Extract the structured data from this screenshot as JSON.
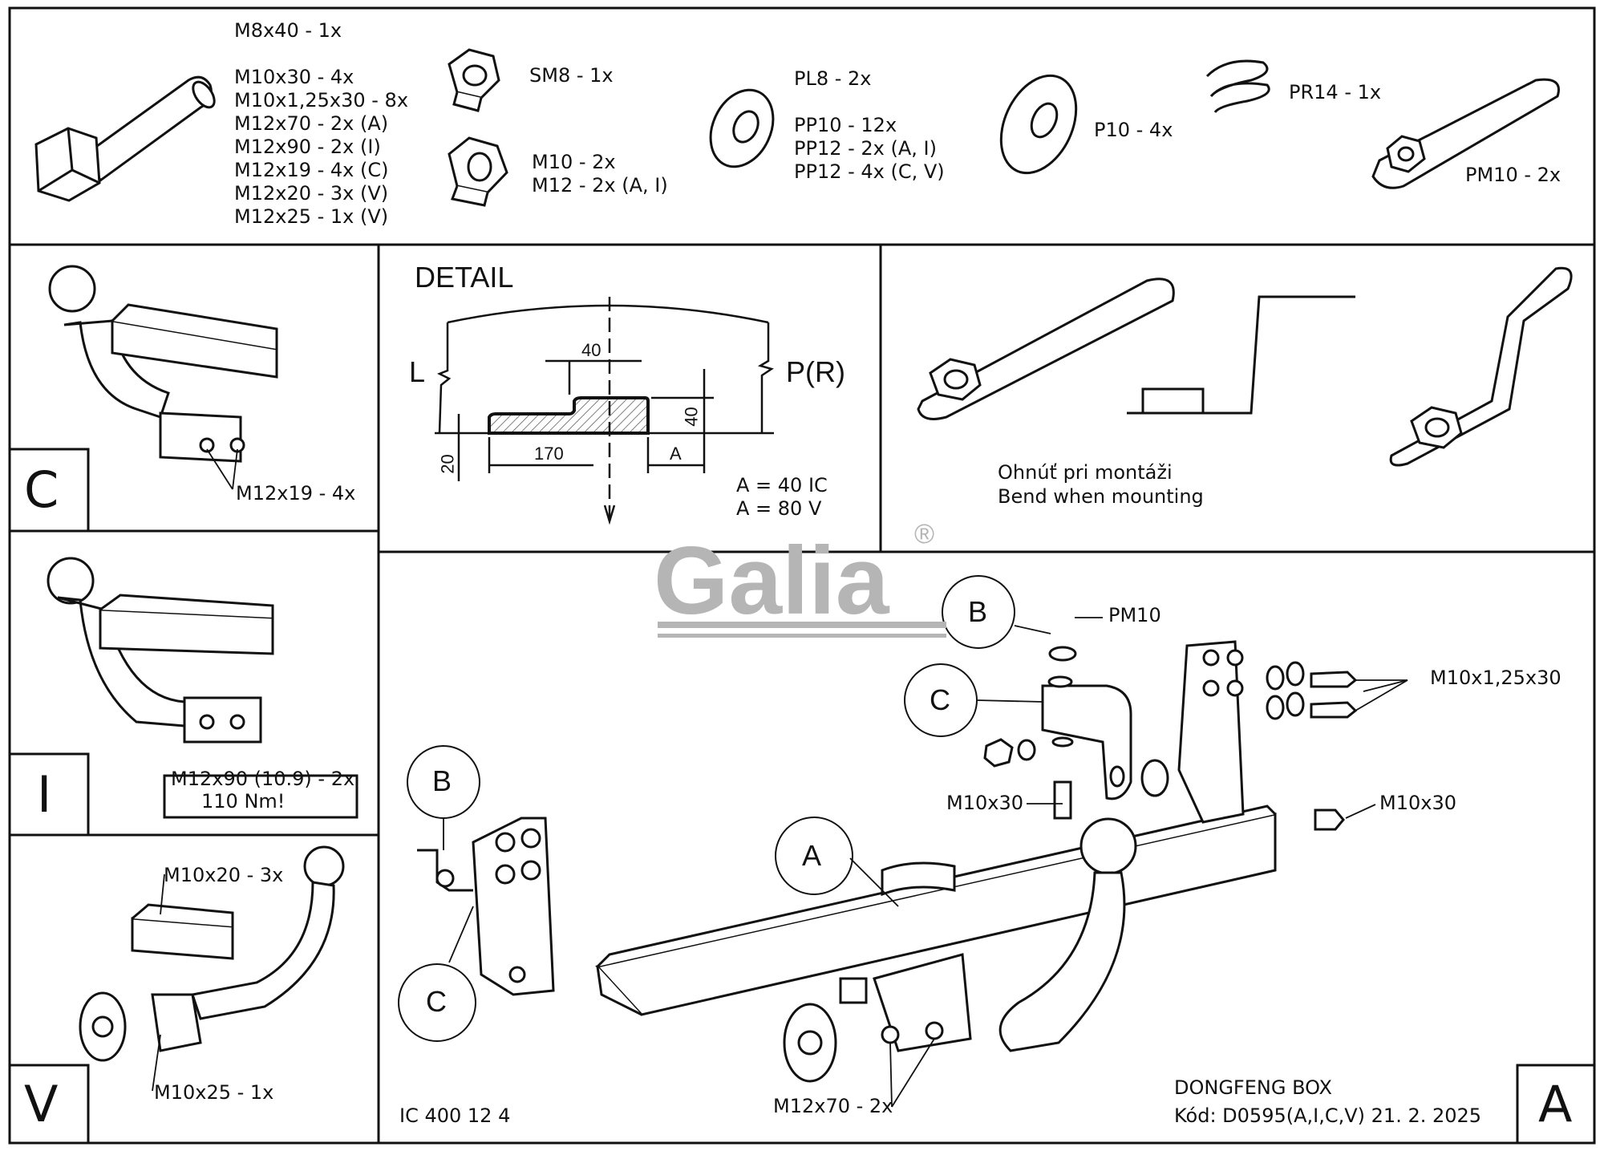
{
  "parts": {
    "bolts": [
      "M8x40 - 1x",
      "M10x30 - 4x",
      "M10x1,25x30 - 8x",
      "M12x70 - 2x (A)",
      "M12x90 - 2x (I)",
      "M12x19 - 4x (C)",
      "M12x20 - 3x (V)",
      "M12x25 - 1x (V)"
    ],
    "self_lock_nut": "SM8 - 1x",
    "nuts": [
      "M10 - 2x",
      "M12 - 2x (A, I)"
    ],
    "washers": [
      "PL8 - 2x",
      "PP10 - 12x",
      "PP12 - 2x (A, I)",
      "PP12 - 4x (C, V)"
    ],
    "large_washer": "P10 - 4x",
    "spring": "PR14 - 1x",
    "plate_nut": "PM10 - 2x"
  },
  "variant_c": {
    "letter": "C",
    "callout": "M12x19 - 4x"
  },
  "variant_i": {
    "letter": "I",
    "callout_line1": "M12x90 (10.9) - 2x",
    "callout_line2": "110 Nm!"
  },
  "variant_v": {
    "letter": "V",
    "callout_top": "M10x20 - 3x",
    "callout_bottom": "M10x25 - 1x"
  },
  "detail": {
    "title": "DETAIL",
    "left_label": "L",
    "right_label": "P(R)",
    "dim_40_top": "40",
    "dim_40_side": "40",
    "dim_20": "20",
    "dim_170": "170",
    "dim_a": "A",
    "note_1": "A = 40 IC",
    "note_2": "A = 80 V"
  },
  "bend": {
    "line1": "Ohnúť pri montáži",
    "line2": "Bend when mounting"
  },
  "main": {
    "callout_b_top": "B",
    "callout_c_top": "C",
    "label_pm10": "PM10",
    "label_m10_125": "M10x1,25x30",
    "label_m10x30_left": "M10x30",
    "label_m10x30_right": "M10x30",
    "callout_b_left": "B",
    "callout_c_left": "C",
    "callout_a": "A",
    "label_m12x70": "M12x70 - 2x",
    "code": "IC 400 12 4",
    "vehicle": "DONGFENG BOX",
    "kod": "Kód: D0595(A,I,C,V)  21. 2. 2025",
    "letter": "A"
  },
  "logo": {
    "text": "Galia",
    "mark": "®"
  },
  "colors": {
    "line": "#111111",
    "logo": "#b5b5b5",
    "hatch": "#555555"
  }
}
